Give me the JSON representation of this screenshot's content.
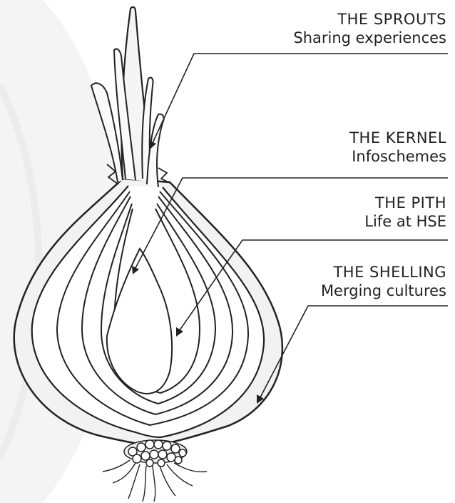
{
  "labels": [
    {
      "title": "THE  SPROUTS",
      "subtitle": "Sharing experiences"
    },
    {
      "title": "THE  KERNEL",
      "subtitle": "Infoschemes"
    },
    {
      "title": "THE  PITH",
      "subtitle": "Life at HSE"
    },
    {
      "title": "THE SHELLING",
      "subtitle": "Merging cultures"
    }
  ],
  "colors": {
    "ink": "#222222",
    "shell_fill": "#f2f2f2",
    "background_arc": "#f3f3f3"
  }
}
